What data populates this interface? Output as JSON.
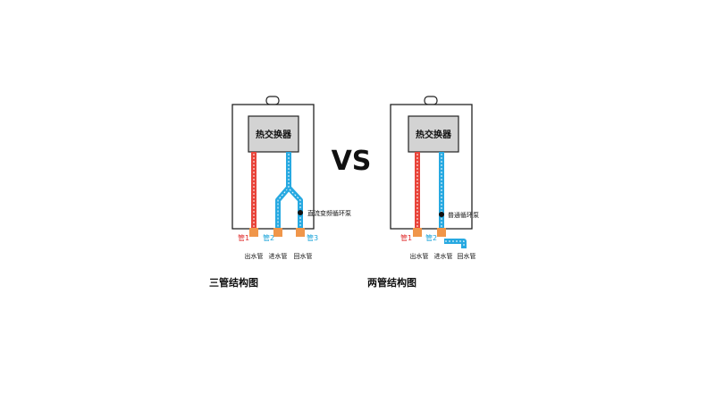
{
  "vs_label": "VS",
  "left": {
    "heat_exchanger": "热交换器",
    "pump_label": "直流变频循环泵",
    "pipe_labels": [
      "管1",
      "管2",
      "管3"
    ],
    "outlet_labels": [
      "出水管",
      "进水管",
      "回水管"
    ],
    "caption": "三管结构图"
  },
  "right": {
    "heat_exchanger": "热交换器",
    "pump_label": "普通循环泵",
    "pipe_labels": [
      "管1",
      "管2"
    ],
    "outlet_labels": [
      "出水管",
      "进水管",
      "回水管"
    ],
    "caption": "两管结构图"
  },
  "colors": {
    "hot_pipe": "#e8443a",
    "cold_pipe": "#27a9e1",
    "connector": "#f0964a",
    "hx_fill": "#d3d3d3"
  }
}
